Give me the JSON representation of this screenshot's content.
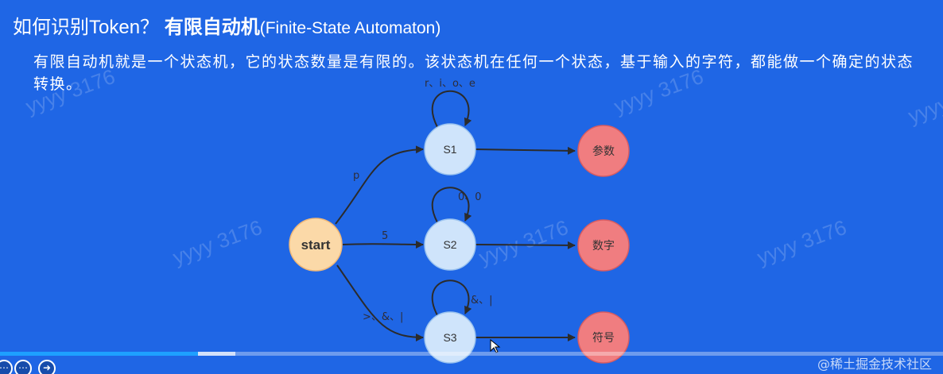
{
  "header": {
    "title_main": "如何识别Token？",
    "title_bold": "有限自动机",
    "title_sub": "(Finite-State Automaton)"
  },
  "description": "有限自动机就是一个状态机，它的状态数量是有限的。该状态机在任何一个状态，基于输入的字符，都能做一个确定的状态转换。",
  "watermark": "yyyy 3176",
  "credit": "@稀土掘金技术社区",
  "diagram": {
    "nodes": {
      "start": "start",
      "s1": "S1",
      "s2": "S2",
      "s3": "S3",
      "r1": "参数",
      "r2": "数字",
      "r3": "符号"
    },
    "edges": {
      "start_s1": "p",
      "start_s2": "5",
      "start_s3": ">、&、|",
      "s1_loop": "r、i、o、e",
      "s2_loop": "0、0",
      "s3_loop": "&、|"
    }
  },
  "player": {
    "progress": 0.21,
    "buffered": 0.25
  },
  "colors": {
    "background": "#1f66e5",
    "start_fill": "#fbd9a8",
    "state_fill": "#cfe4fb",
    "result_fill": "#f07d80",
    "edge": "#2b2b2b"
  }
}
